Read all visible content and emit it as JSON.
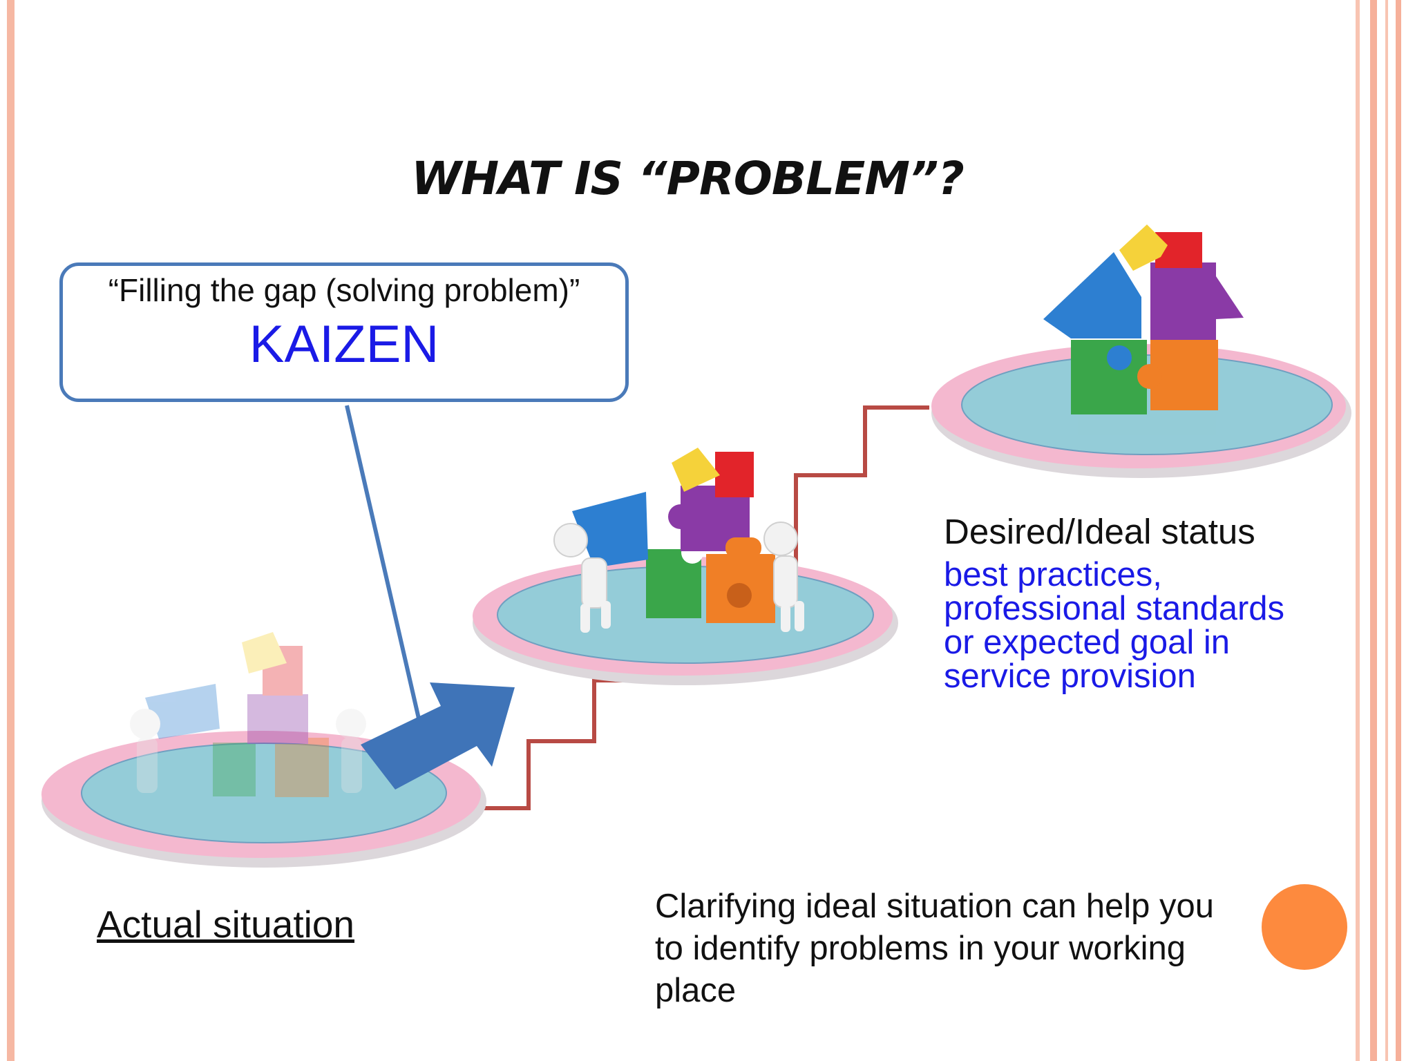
{
  "slide": {
    "title": "WHAT IS “PROBLEM”?",
    "callout": {
      "line1": "“Filling the gap (solving problem)”",
      "line2": "KAIZEN"
    },
    "desired": {
      "title": "Desired/Ideal status",
      "lines": [
        "best practices,",
        "professional standards",
        "or expected goal in",
        "service provision"
      ]
    },
    "actual_label": "Actual situation",
    "note_lines": [
      "Clarifying ideal situation can help you",
      "to identify problems in your working",
      "place"
    ]
  },
  "colors": {
    "frame": "#f6b09a",
    "callout_border": "#4a7ab9",
    "kaizen_blue": "#1a1ae6",
    "stair_red": "#b84a44",
    "platform_fill": "#94ccd8",
    "platform_rim": "#f4b8cf",
    "orange_dot": "#fd8a3e"
  },
  "icons": [
    "puzzle-house-icon",
    "puzzle-builders-icon",
    "faded-puzzle-builders-icon",
    "arrow-icon",
    "orange-dot-icon"
  ]
}
